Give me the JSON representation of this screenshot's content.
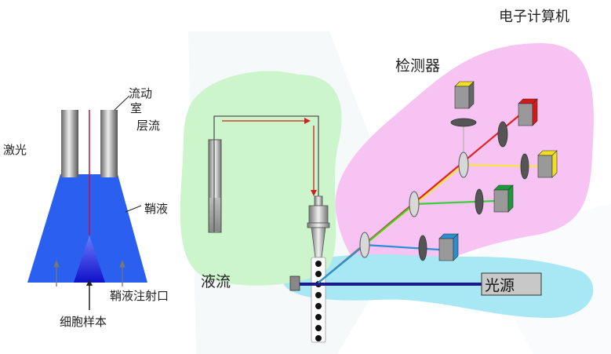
{
  "labels": {
    "computer": "电子计算机",
    "detector": "检测器",
    "flow_chamber": "流动",
    "chamber": "室",
    "laminar_flow": "层流",
    "laser": "激光",
    "sheath_fluid": "鞘液",
    "sheath_inlet": "鞘液注射口",
    "cell_sample": "细胞样本",
    "liquid_flow": "液流",
    "light_source": "光源"
  },
  "colors": {
    "liquid_region": "#ccf5cc",
    "detector_region": "#f7c3f2",
    "light_region": "#a8e8f5",
    "sheath_body": "#2a5ff0",
    "sample_cone": "#1c1ccf",
    "beam_main": "#1a1a8a",
    "beam_red": "#e02020",
    "beam_yellow": "#f5e83a",
    "beam_green": "#3ccf3c",
    "beam_blue": "#2a8fd6",
    "detector_red": "#d81818",
    "detector_yellow": "#f0e020",
    "detector_green": "#1a9a3a",
    "detector_blue": "#2a8fd0",
    "flow_arrow": "#d02020"
  }
}
